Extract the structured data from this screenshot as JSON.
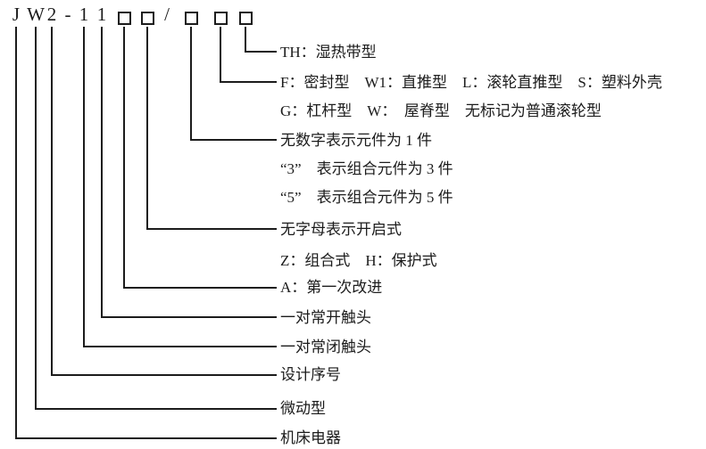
{
  "colors": {
    "background": "#ffffff",
    "ink": "#1c1c1c"
  },
  "code": {
    "parts": [
      {
        "type": "char",
        "value": "J"
      },
      {
        "type": "char",
        "value": "W"
      },
      {
        "type": "char",
        "value": "2"
      },
      {
        "type": "char",
        "value": "-"
      },
      {
        "type": "char",
        "value": "1"
      },
      {
        "type": "char",
        "value": "1"
      },
      {
        "type": "box",
        "value": ""
      },
      {
        "type": "box",
        "value": ""
      },
      {
        "type": "char",
        "value": "/"
      },
      {
        "type": "box",
        "value": ""
      },
      {
        "type": "box",
        "value": ""
      },
      {
        "type": "box",
        "value": ""
      }
    ]
  },
  "labels": [
    {
      "text": "TH：湿热带型"
    },
    {
      "text": "F：密封型　W1：直推型　L：滚轮直推型　S：塑料外壳"
    },
    {
      "text": "G：杠杆型　W：　屋脊型　无标记为普通滚轮型"
    },
    {
      "text": "无数字表示元件为 1 件"
    },
    {
      "text": "“3”　表示组合元件为 3 件"
    },
    {
      "text": "“5”　表示组合元件为 5 件"
    },
    {
      "text": "无字母表示开启式"
    },
    {
      "text": "Z：组合式　H：保护式"
    },
    {
      "text": "A：第一次改进"
    },
    {
      "text": "一对常开触头"
    },
    {
      "text": "一对常闭触头"
    },
    {
      "text": "设计序号"
    },
    {
      "text": "微动型"
    },
    {
      "text": "机床电器"
    }
  ]
}
